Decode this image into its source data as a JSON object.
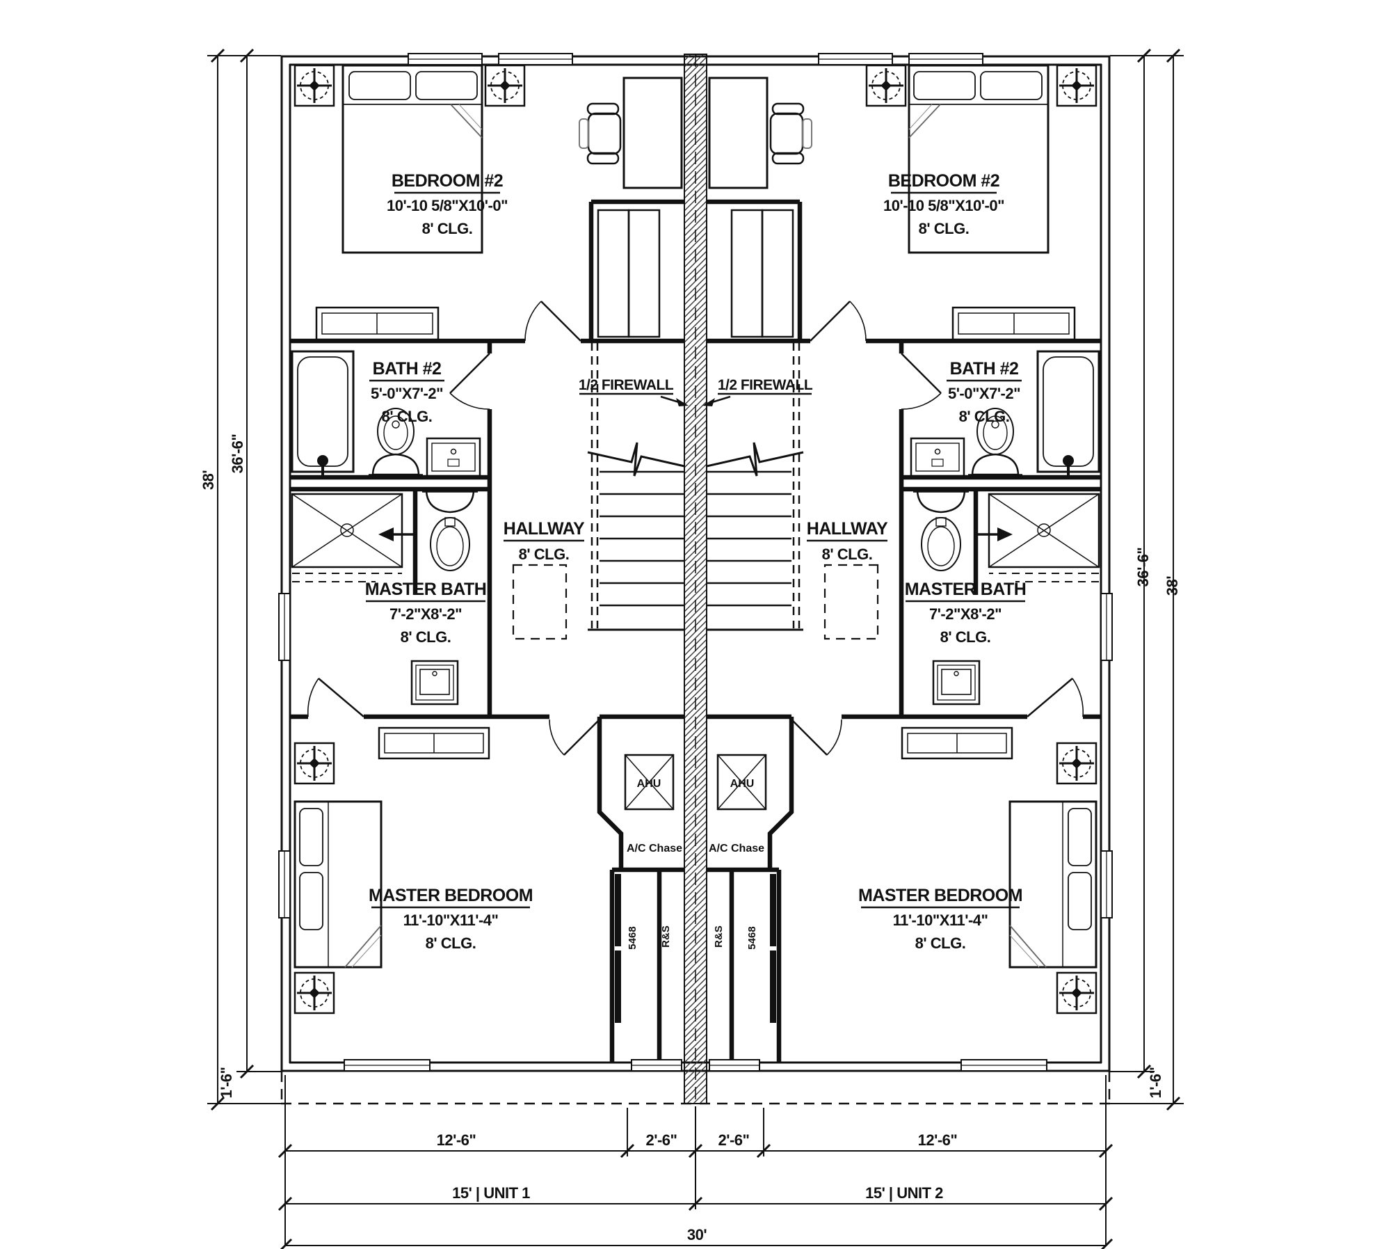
{
  "drawing": {
    "title": "Duplex second floor plan",
    "unit1": {
      "bedroom2_name": "BEDROOM #2",
      "bedroom2_dims": "10'-10 5/8\"X10'-0\"",
      "bedroom2_clg": "8' CLG.",
      "bath2_name": "BATH #2",
      "bath2_dims": "5'-0\"X7'-2\"",
      "bath2_clg": "8' CLG.",
      "hallway_name": "HALLWAY",
      "hallway_clg": "8' CLG.",
      "master_bath_name": "MASTER BATH",
      "master_bath_dims": "7'-2\"X8'-2\"",
      "master_bath_clg": "8' CLG.",
      "master_bedroom_name": "MASTER BEDROOM",
      "master_bedroom_dims": "11'-10\"X11'-4\"",
      "master_bedroom_clg": "8' CLG.",
      "firewall": "1/2 FIREWALL",
      "ahu": "AHU",
      "ac_chase": "A/C Chase",
      "closet_size": "5468",
      "rod_shelf": "R&S"
    },
    "unit2": {
      "bedroom2_name": "BEDROOM #2",
      "bedroom2_dims": "10'-10 5/8\"X10'-0\"",
      "bedroom2_clg": "8' CLG.",
      "bath2_name": "BATH #2",
      "bath2_dims": "5'-0\"X7'-2\"",
      "bath2_clg": "8' CLG.",
      "hallway_name": "HALLWAY",
      "hallway_clg": "8' CLG.",
      "master_bath_name": "MASTER BATH",
      "master_bath_dims": "7'-2\"X8'-2\"",
      "master_bath_clg": "8' CLG.",
      "master_bedroom_name": "MASTER BEDROOM",
      "master_bedroom_dims": "11'-10\"X11'-4\"",
      "master_bedroom_clg": "8' CLG.",
      "firewall": "1/2 FIREWALL",
      "ahu": "AHU",
      "ac_chase": "A/C Chase",
      "closet_size": "5468",
      "rod_shelf": "R&S"
    },
    "dims": {
      "left_overall": "38'",
      "left_inner": "36'-6\"",
      "left_offset": "1'-6\"",
      "right_overall": "38'",
      "right_inner": "36'-6\"",
      "right_offset": "1'-6\"",
      "bottom_seg1": "12'-6\"",
      "bottom_seg2": "2'-6\"",
      "bottom_seg3": "2'-6\"",
      "bottom_seg4": "12'-6\"",
      "bottom_unit1": "15' | UNIT 1",
      "bottom_unit2": "15' | UNIT 2",
      "bottom_total": "30'"
    }
  }
}
